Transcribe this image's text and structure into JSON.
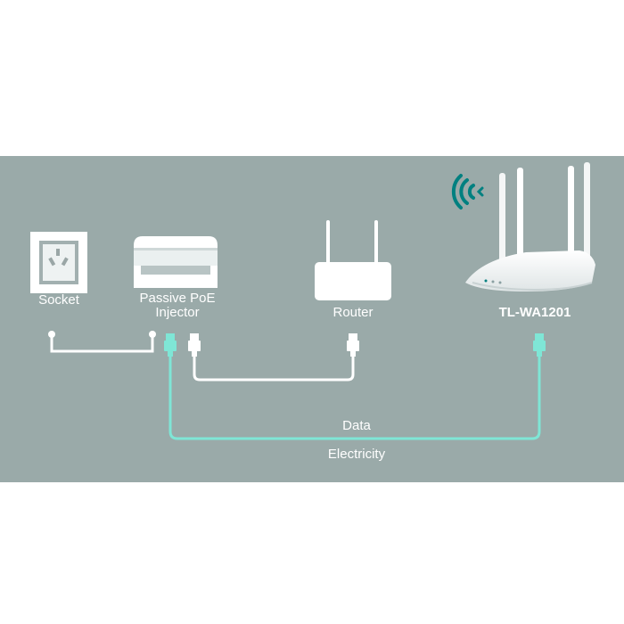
{
  "labels": {
    "socket": "Socket",
    "injector_line1": "Passive PoE",
    "injector_line2": "Injector",
    "router": "Router",
    "access_point": "TL-WA1201",
    "data": "Data",
    "electricity": "Electricity"
  },
  "colors": {
    "panel_background": "#9aaaa9",
    "device_white": "#ffffff",
    "poe_cable": "#7fe6d6",
    "wifi_icon": "#008080"
  }
}
